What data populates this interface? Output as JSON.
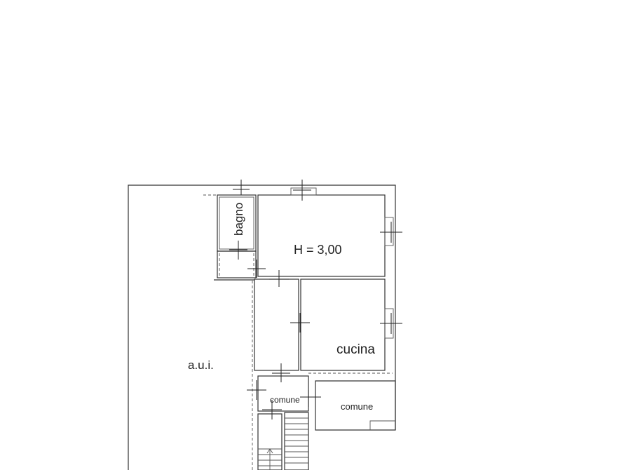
{
  "rooms": {
    "bagno": "bagno",
    "height": "H = 3,00",
    "cucina": "cucina",
    "aui": "a.u.i.",
    "comune_left": "comune",
    "comune_right": "comune"
  }
}
